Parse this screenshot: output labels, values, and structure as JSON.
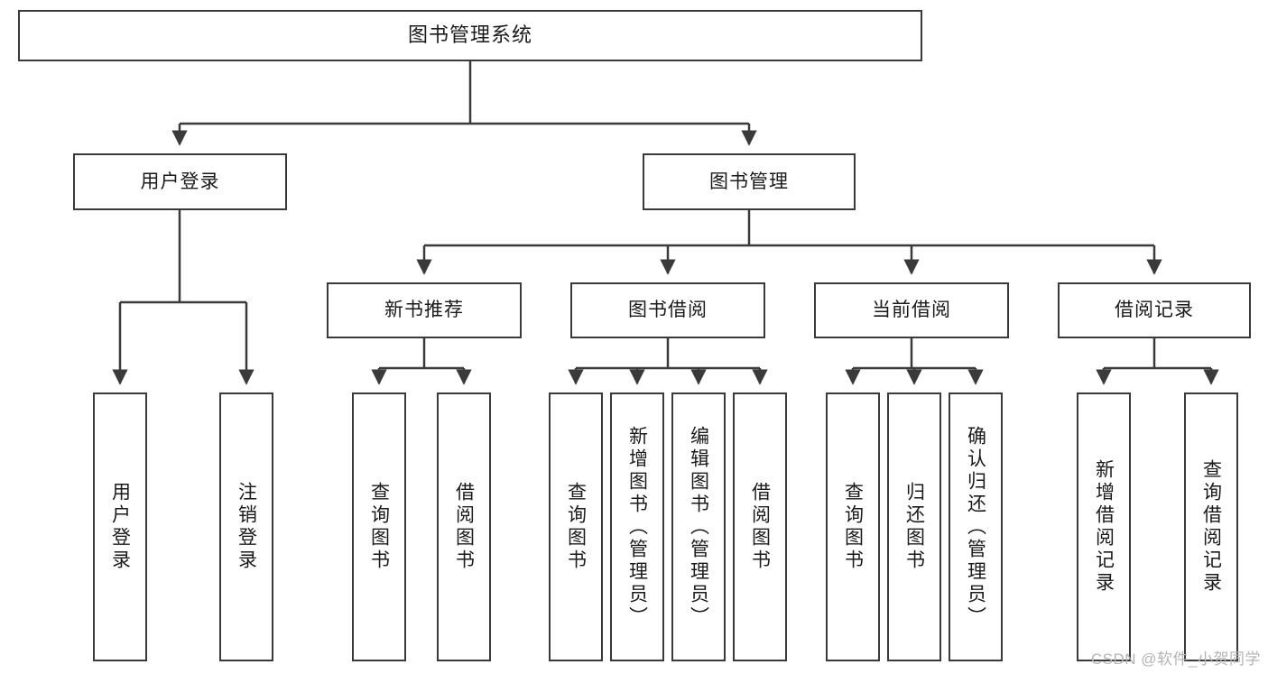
{
  "diagram": {
    "type": "tree-hierarchy-chart",
    "title": "图书管理系统",
    "watermark": "CSDN @软件_小贺同学",
    "colors": {
      "box_border": "#3a3a3a",
      "box_fill": "#ffffff",
      "connector": "#3a3a3a",
      "text": "#1a1a1a",
      "watermark": "#b4b4b4"
    },
    "nodes": {
      "root": {
        "label": "图书管理系统",
        "level": 1,
        "orientation": "horizontal"
      },
      "l2": [
        {
          "id": "user-login",
          "label": "用户登录",
          "level": 2,
          "orientation": "horizontal"
        },
        {
          "id": "book-manage",
          "label": "图书管理",
          "level": 2,
          "orientation": "horizontal"
        }
      ],
      "l3": [
        {
          "id": "new-book-recommend",
          "label": "新书推荐",
          "level": 3,
          "orientation": "horizontal"
        },
        {
          "id": "book-borrow",
          "label": "图书借阅",
          "level": 3,
          "orientation": "horizontal"
        },
        {
          "id": "current-borrow",
          "label": "当前借阅",
          "level": 3,
          "orientation": "horizontal"
        },
        {
          "id": "borrow-record",
          "label": "借阅记录",
          "level": 3,
          "orientation": "horizontal"
        }
      ],
      "leaves": [
        {
          "id": "leaf-user-login",
          "label": "用户登录",
          "parent": "user-login"
        },
        {
          "id": "leaf-logout-login",
          "label": "注销登录",
          "parent": "user-login"
        },
        {
          "id": "leaf-query-book-1",
          "label": "查询图书",
          "parent": "new-book-recommend"
        },
        {
          "id": "leaf-borrow-book-1",
          "label": "借阅图书",
          "parent": "new-book-recommend"
        },
        {
          "id": "leaf-query-book-2",
          "label": "查询图书",
          "parent": "book-borrow"
        },
        {
          "id": "leaf-add-book",
          "label": "新增图书（管理员）",
          "parent": "book-borrow"
        },
        {
          "id": "leaf-edit-book",
          "label": "编辑图书（管理员）",
          "parent": "book-borrow"
        },
        {
          "id": "leaf-borrow-book-2",
          "label": "借阅图书",
          "parent": "book-borrow"
        },
        {
          "id": "leaf-query-book-3",
          "label": "查询图书",
          "parent": "current-borrow"
        },
        {
          "id": "leaf-return-book",
          "label": "归还图书",
          "parent": "current-borrow"
        },
        {
          "id": "leaf-confirm-return",
          "label": "确认归还（管理员）",
          "parent": "current-borrow"
        },
        {
          "id": "leaf-add-record",
          "label": "新增借阅记录",
          "parent": "borrow-record"
        },
        {
          "id": "leaf-query-record",
          "label": "查询借阅记录",
          "parent": "borrow-record"
        }
      ]
    }
  }
}
